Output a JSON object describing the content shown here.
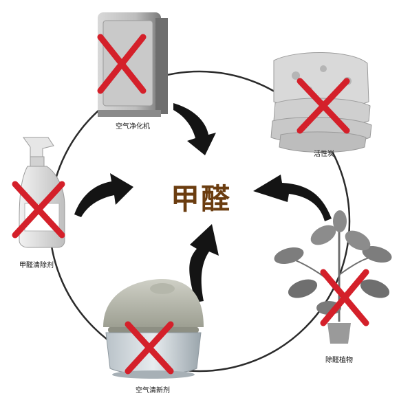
{
  "center": {
    "title": "甲醛"
  },
  "items": [
    {
      "label": "空气净化机"
    },
    {
      "label": "活性炭"
    },
    {
      "label": "除醛植物"
    },
    {
      "label": "空气清新剂"
    },
    {
      "label": "甲醛清除剂"
    }
  ],
  "colors": {
    "circle": "#2b2b2b",
    "arrow": "#141414",
    "cross": "#d4202a",
    "title": "#6b3d10"
  },
  "icons": [
    "air-purifier-icon",
    "charcoal-bags-icon",
    "plant-icon",
    "air-freshener-icon",
    "spray-bottle-icon",
    "cross-mark-icon"
  ]
}
